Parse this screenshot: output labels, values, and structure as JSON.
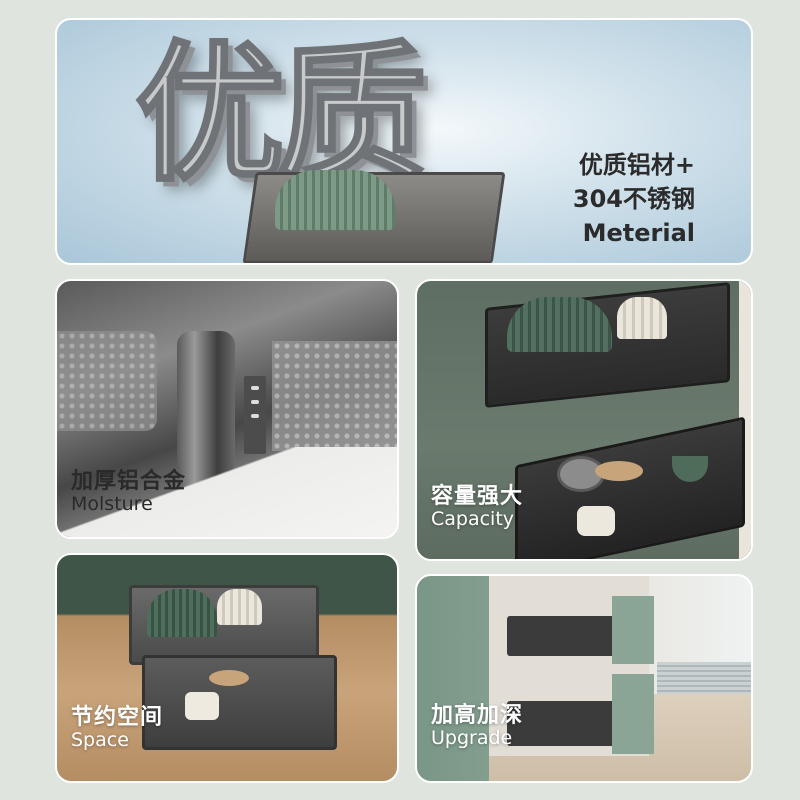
{
  "hero": {
    "big_title": "优质",
    "line1": "优质铝材+",
    "line2": "304不锈钢",
    "line3": "Meterial"
  },
  "features": [
    {
      "title_zh": "加厚铝合金",
      "title_en": "Molsture"
    },
    {
      "title_zh": "容量强大",
      "title_en": "Capacity"
    },
    {
      "title_zh": "节约空间",
      "title_en": "Space"
    },
    {
      "title_zh": "加高加深",
      "title_en": "Upgrade"
    }
  ],
  "colors": {
    "page_background": "#dfe4de",
    "card_border": "#ffffff",
    "hero_background": "#cfe0ea",
    "dark_text": "#2a2a2a",
    "light_text": "#ffffff"
  }
}
